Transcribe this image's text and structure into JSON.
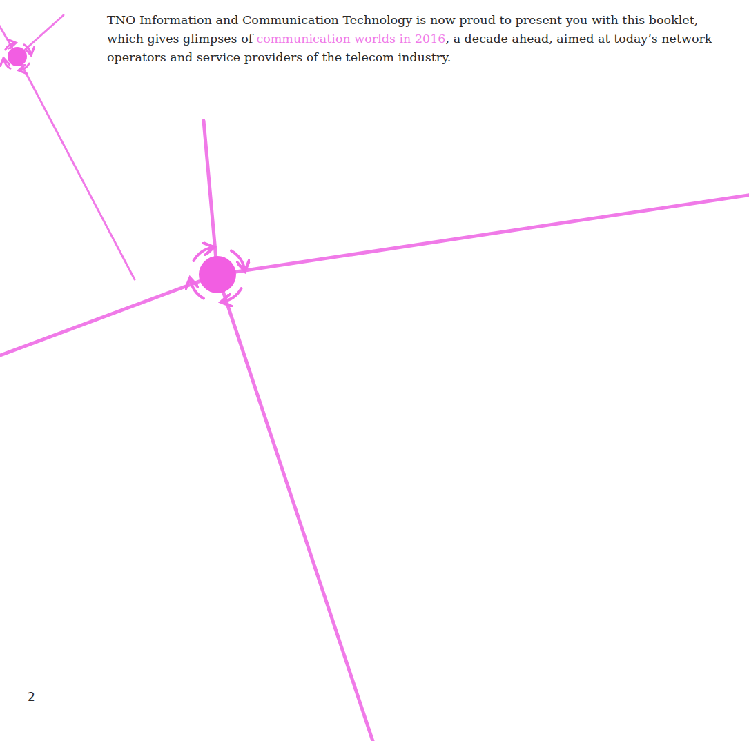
{
  "diagram": {
    "labels": [
      "TNO Information and Communication Technology is now proud to present you with this booklet, which gives glimpses of",
      "communication worlds in 2016",
      ", a decade ahead, aimed at today’s network operators and service providers of the telecom industry.",
      "2"
    ]
  }
}
